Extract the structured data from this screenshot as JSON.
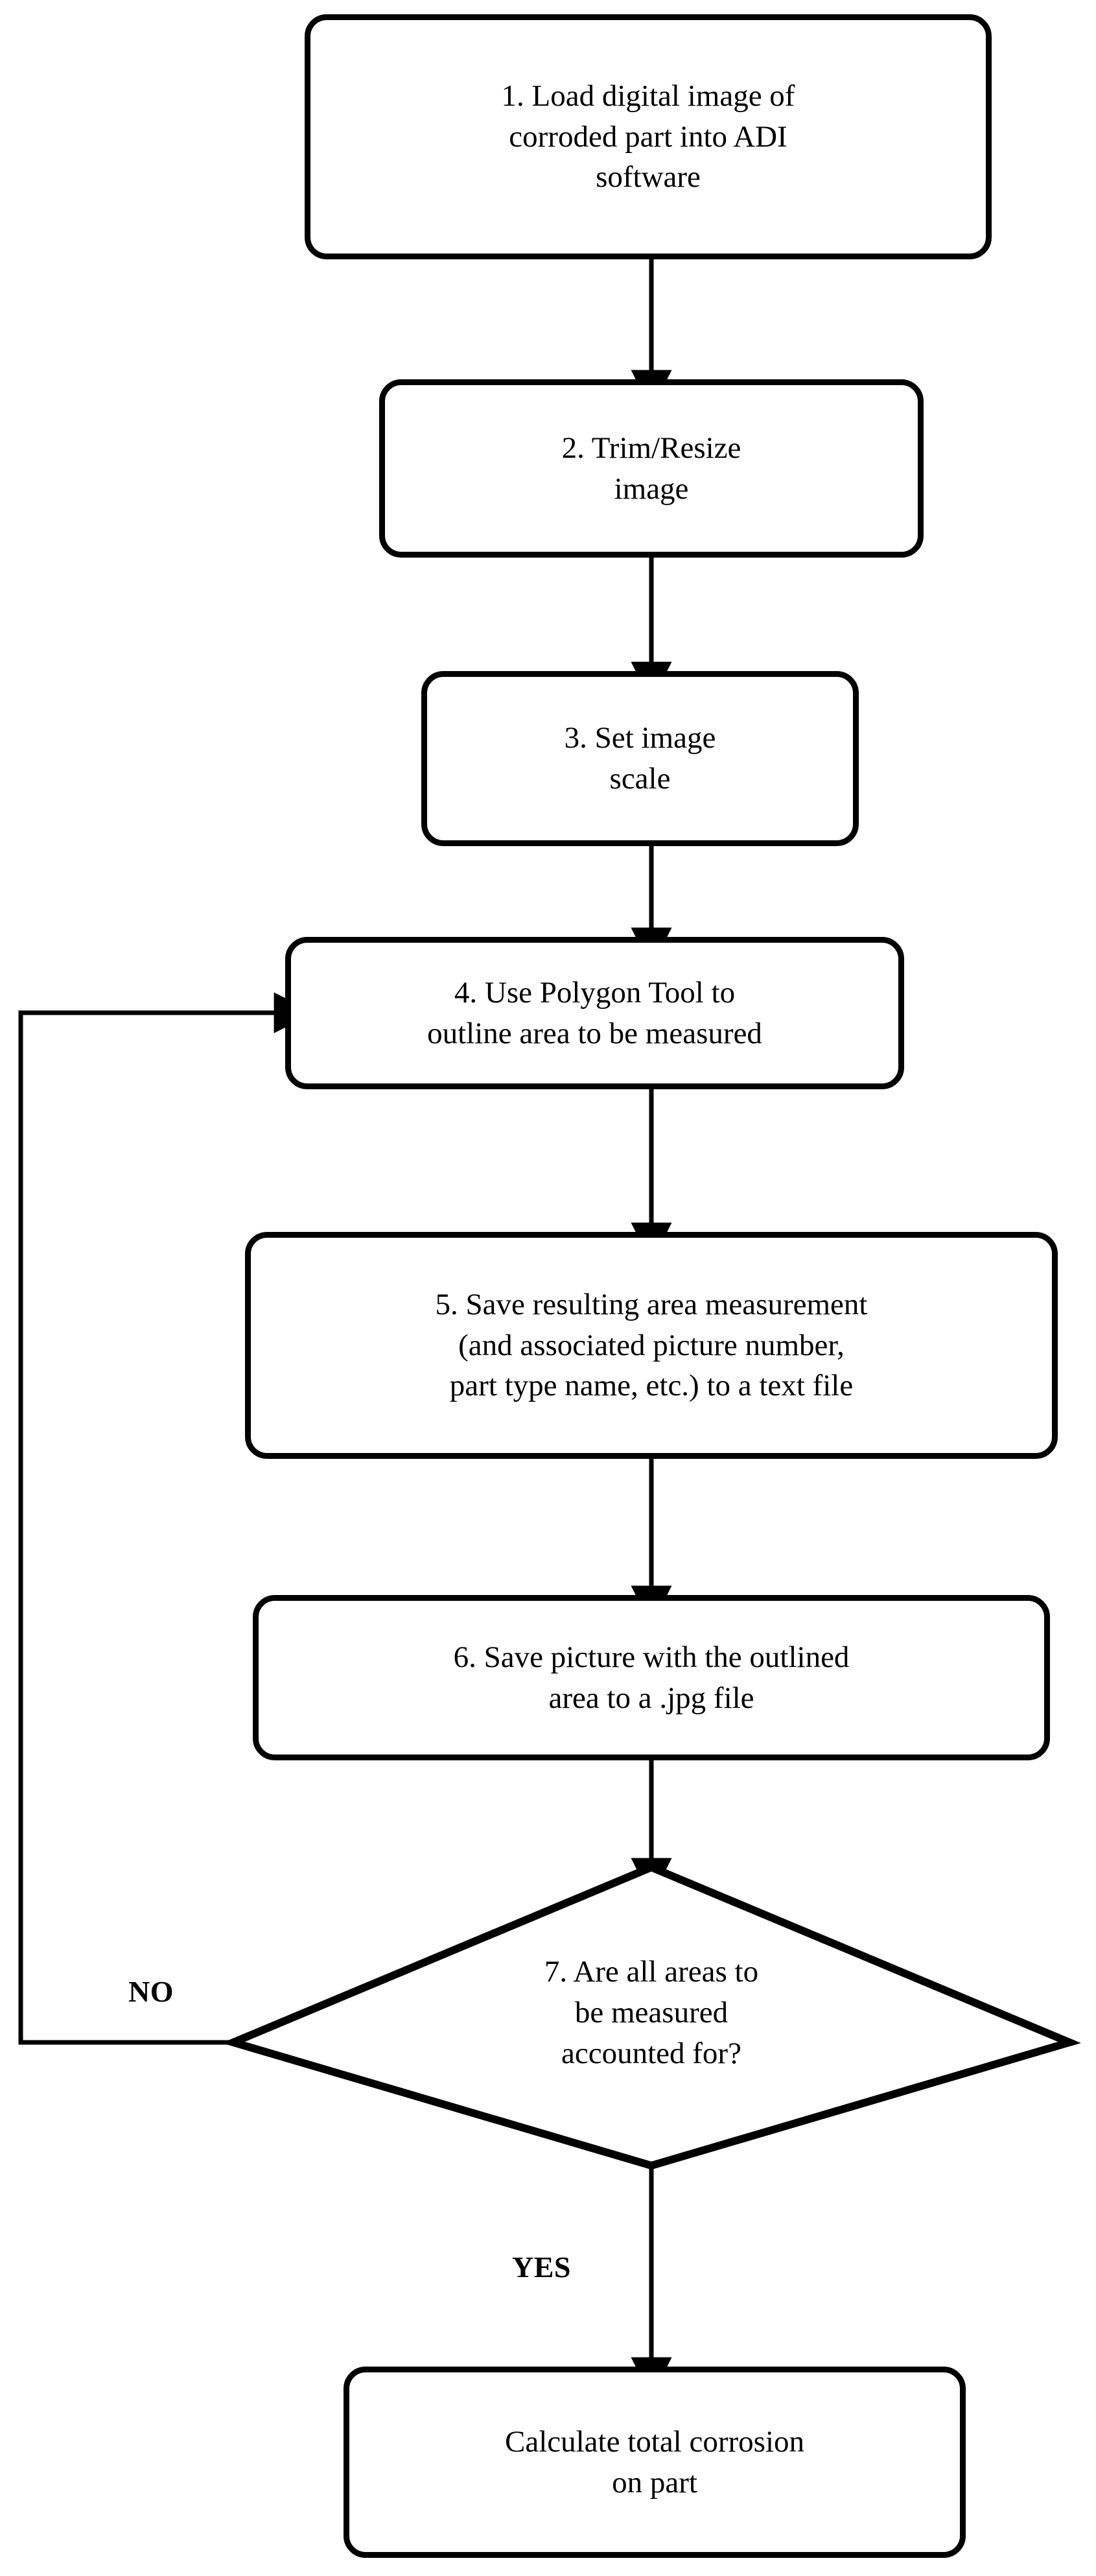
{
  "chart_data": {
    "type": "diagram",
    "title": "",
    "diagram_kind": "flowchart",
    "orientation": "top-to-bottom",
    "nodes": [
      {
        "id": "n1",
        "shape": "rounded-rectangle",
        "step": "1",
        "text": "1. Load digital image of corroded part into ADI software"
      },
      {
        "id": "n2",
        "shape": "rounded-rectangle",
        "step": "2",
        "text": "2. Trim/Resize image"
      },
      {
        "id": "n3",
        "shape": "rounded-rectangle",
        "step": "3",
        "text": "3. Set image scale"
      },
      {
        "id": "n4",
        "shape": "rounded-rectangle",
        "step": "4",
        "text": "4. Use Polygon Tool to outline area to be measured"
      },
      {
        "id": "n5",
        "shape": "rounded-rectangle",
        "step": "5",
        "text": "5. Save resulting area measurement (and associated picture number, part type name, etc.) to a text file"
      },
      {
        "id": "n6",
        "shape": "rounded-rectangle",
        "step": "6",
        "text": "6. Save picture with the outlined area to a .jpg file"
      },
      {
        "id": "n7",
        "shape": "diamond",
        "step": "7",
        "text": "7. Are all areas to be measured accounted for?"
      },
      {
        "id": "n8",
        "shape": "rounded-rectangle",
        "step": "",
        "text": "Calculate total corrosion on part"
      }
    ],
    "edges": [
      {
        "from": "n1",
        "to": "n2",
        "label": ""
      },
      {
        "from": "n2",
        "to": "n3",
        "label": ""
      },
      {
        "from": "n3",
        "to": "n4",
        "label": ""
      },
      {
        "from": "n4",
        "to": "n5",
        "label": ""
      },
      {
        "from": "n5",
        "to": "n6",
        "label": ""
      },
      {
        "from": "n6",
        "to": "n7",
        "label": ""
      },
      {
        "from": "n7",
        "to": "n4",
        "label": "NO"
      },
      {
        "from": "n7",
        "to": "n8",
        "label": "YES"
      }
    ],
    "colors": {
      "stroke": "#000000",
      "fill": "#ffffff",
      "text": "#000000"
    }
  },
  "flowchart": {
    "boxes": {
      "step1": "1. Load digital image of corroded part into ADI software",
      "step1_lines": [
        "1. Load digital image of",
        "corroded part into ADI",
        "software"
      ],
      "step2": "2. Trim/Resize image",
      "step2_lines": [
        "2. Trim/Resize",
        "image"
      ],
      "step3": "3. Set image scale",
      "step3_lines": [
        "3. Set image",
        "scale"
      ],
      "step4": "4. Use Polygon Tool to outline area to be measured",
      "step4_lines": [
        "4. Use Polygon Tool to",
        "outline area to be measured"
      ],
      "step5": "5. Save resulting area measurement (and associated picture number, part type name, etc.) to a text file",
      "step5_lines": [
        "5. Save resulting area measurement",
        "(and associated picture number,",
        "part type name, etc.) to a text file"
      ],
      "step6": "6. Save picture with the outlined area to a .jpg file",
      "step6_lines": [
        "6. Save picture with the outlined",
        "area to a .jpg file"
      ],
      "step7": "7. Are all areas to be measured accounted for?",
      "step7_lines": [
        "7. Are all areas to",
        "be measured",
        "accounted for?"
      ],
      "final": "Calculate total corrosion on part",
      "final_lines": [
        "Calculate total corrosion",
        "on part"
      ]
    },
    "edge_labels": {
      "no": "NO",
      "yes": "YES"
    }
  }
}
